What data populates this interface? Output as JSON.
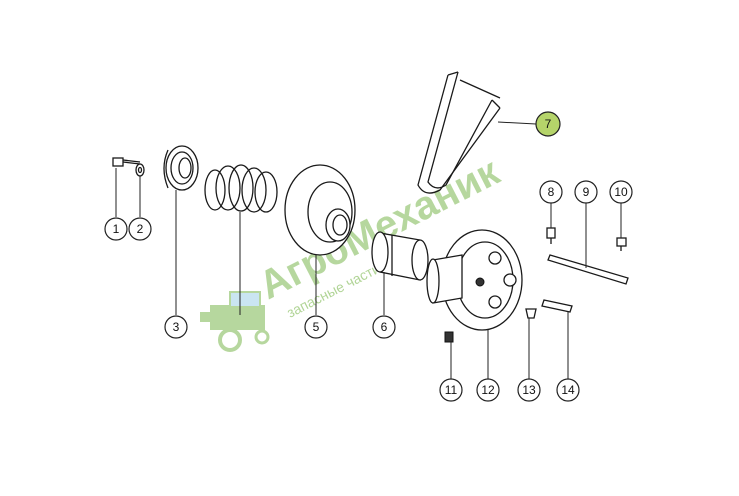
{
  "watermark": {
    "title": "АгроМеханик",
    "subtitle": "запасные части",
    "accent_color": "#7cb850",
    "icon": "combine-harvester-icon"
  },
  "callouts": [
    {
      "id": "1",
      "label": "1"
    },
    {
      "id": "2",
      "label": "2"
    },
    {
      "id": "3",
      "label": "3"
    },
    {
      "id": "5",
      "label": "5"
    },
    {
      "id": "6",
      "label": "6"
    },
    {
      "id": "7",
      "label": "7",
      "highlight_color": "#b5d46a"
    },
    {
      "id": "8",
      "label": "8"
    },
    {
      "id": "9",
      "label": "9"
    },
    {
      "id": "10",
      "label": "10"
    },
    {
      "id": "11",
      "label": "11"
    },
    {
      "id": "12",
      "label": "12"
    },
    {
      "id": "13",
      "label": "13"
    },
    {
      "id": "14",
      "label": "14"
    }
  ]
}
